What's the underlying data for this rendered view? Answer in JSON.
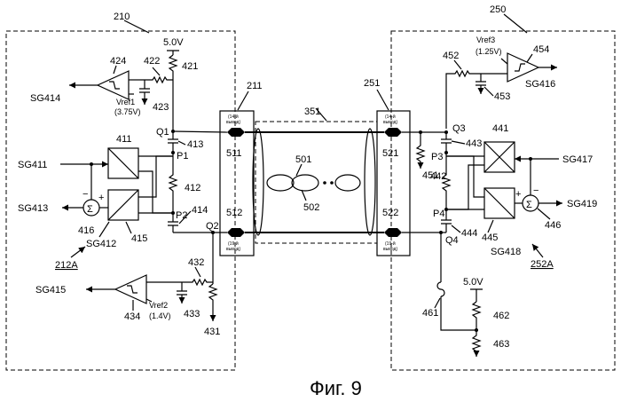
{
  "figure": {
    "caption": "Фиг. 9"
  },
  "units": {
    "left_unit": "210",
    "right_unit": "250",
    "left_connector": "211",
    "right_connector": "251",
    "cable": "351",
    "cable_a": "501",
    "cable_b": "502"
  },
  "left": {
    "supply_voltage": "5.0V",
    "r421": "421",
    "r422": "422",
    "c423": "423",
    "comp424": "424",
    "sig414": "SG414",
    "vref1_name": "Vref1",
    "vref1_value": "(3.75V)",
    "q1": "Q1",
    "p1": "P1",
    "p2": "P2",
    "q2": "Q2",
    "c413": "413",
    "c414": "414",
    "r412": "412",
    "buf411": "411",
    "sig411": "SG411",
    "sig413": "SG413",
    "sum416": "416",
    "sig412": "SG412",
    "buf415": "415",
    "circuit": "212A",
    "r432": "432",
    "r431": "431",
    "c433": "433",
    "comp434": "434",
    "sig415": "SG415",
    "vref2_name": "Vref2",
    "vref2_value": "(1.4V)",
    "pin511": "511",
    "pin512": "512",
    "pin14_line1": "(14-й",
    "pin14_line2": "вывод)",
    "pin19_line1": "(19-й",
    "pin19_line2": "вывод)"
  },
  "right": {
    "vref3_name": "Vref3",
    "vref3_value": "(1.25V)",
    "r452": "452",
    "c453": "453",
    "comp454": "454",
    "sig416": "SG416",
    "q3": "Q3",
    "c443": "443",
    "p3": "P3",
    "r451": "451",
    "r442": "442",
    "p4": "P4",
    "q4": "Q4",
    "c444": "444",
    "buf441": "441",
    "sig417": "SG417",
    "sig419": "SG419",
    "sum446": "446",
    "buf445": "445",
    "sig418": "SG418",
    "circuit": "252A",
    "supply_voltage": "5.0V",
    "fuse461": "461",
    "r462": "462",
    "r463": "463",
    "pin521": "521",
    "pin522": "522",
    "pin14_line1": "(14-й",
    "pin14_line2": "вывод)",
    "pin19_line1": "(19-й",
    "pin19_line2": "вывод)"
  }
}
